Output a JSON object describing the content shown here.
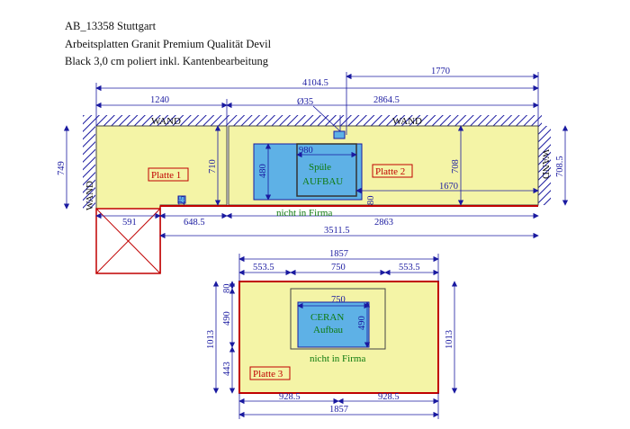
{
  "header": {
    "line1": "AB_13358 Stuttgart",
    "line2": "Arbeitsplatten Granit Premium Qualität Devil",
    "line3": "Black 3,0 cm poliert inkl. Kantenbearbeitung"
  },
  "labels": {
    "wall_left_top": "WAND",
    "wall_right_top": "WAND",
    "wall_left_side": "WAND",
    "wall_right_side": "WAND",
    "platte1": "Platte 1",
    "platte2": "Platte 2",
    "platte3": "Platte 3",
    "sink_line1": "Spüle",
    "sink_line2": "AUFBAU",
    "ceran_line1": "CERAN",
    "ceran_line2": "Aufbau",
    "not_in_firm_top": "nicht in Firma",
    "not_in_firm_bottom": "nicht in Firma"
  },
  "dims_top": {
    "d1770": "1770",
    "d4104": "4104.5",
    "d1240": "1240",
    "d2864": "2864.5",
    "d35": "Ø35",
    "d749": "749",
    "d710": "710",
    "d980": "980",
    "d480": "480",
    "d708": "708",
    "d7085": "708.5",
    "d1670": "1670",
    "d591": "591",
    "d6485": "648.5",
    "d2863": "2863",
    "d35115": "3511.5",
    "d25": "25",
    "d80": "80"
  },
  "dims_bottom": {
    "d1857_top": "1857",
    "d5535_l": "553.5",
    "d750_outer": "750",
    "d5535_r": "553.5",
    "d750_inner": "750",
    "d490_inner": "490",
    "d80": "80",
    "d490": "490",
    "d1013_l": "1013",
    "d443": "443",
    "d1013_r": "1013",
    "d9285_l": "928.5",
    "d9285_r": "928.5",
    "d1857_bot": "1857"
  },
  "colors": {
    "slab": "#f4f4a6",
    "cutout": "#5eb1e6",
    "dimension": "#1a1aa0",
    "edge": "#c00000",
    "text_green": "#0e7a0e"
  }
}
